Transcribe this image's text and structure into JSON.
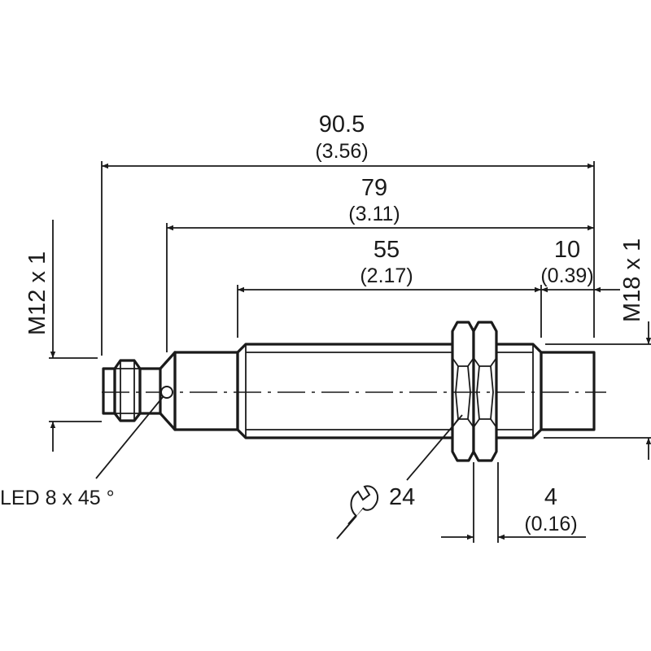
{
  "drawing": {
    "dimensions": {
      "overall_length": {
        "mm": "90.5",
        "inch": "(3.56)"
      },
      "housing_length": {
        "mm": "79",
        "inch": "(3.11)"
      },
      "thread_length": {
        "mm": "55",
        "inch": "(2.17)"
      },
      "sensing_face_length": {
        "mm": "10",
        "inch": "(0.39)"
      },
      "nut_thickness": {
        "mm": "4",
        "inch": "(0.16)"
      }
    },
    "labels": {
      "connector_thread": "M12 x 1",
      "housing_thread": "M18 x 1",
      "led": "LED 8 x 45 °",
      "wrench_size": "24"
    },
    "icons": {
      "wrench": "wrench-icon"
    }
  }
}
